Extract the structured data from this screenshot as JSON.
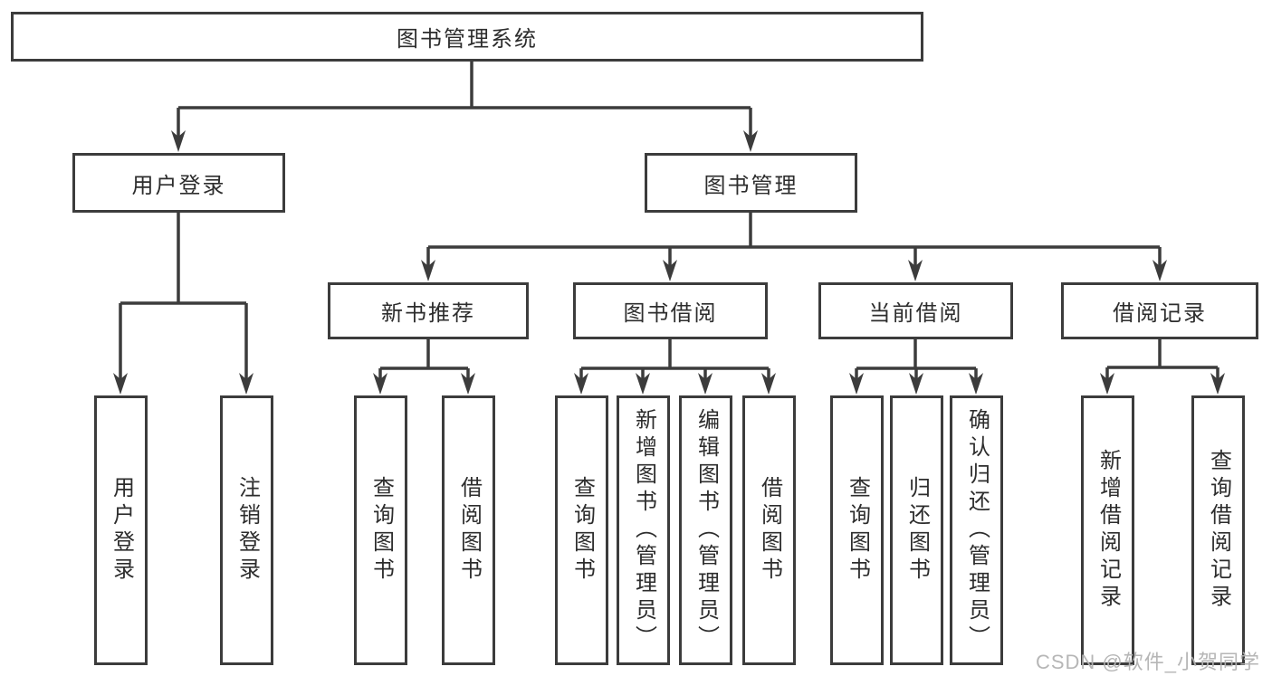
{
  "diagram": {
    "root": "图书管理系统",
    "user_branch": {
      "label": "用户登录",
      "children": [
        "用户登录",
        "注销登录"
      ]
    },
    "book_branch": {
      "label": "图书管理"
    },
    "groups": [
      {
        "label": "新书推荐",
        "children": [
          "查询图书",
          "借阅图书"
        ]
      },
      {
        "label": "图书借阅",
        "children": [
          "查询图书",
          "新增图书（管理员）",
          "编辑图书（管理员）",
          "借阅图书"
        ]
      },
      {
        "label": "当前借阅",
        "children": [
          "查询图书",
          "归还图书",
          "确认归还（管理员）"
        ]
      },
      {
        "label": "借阅记录",
        "children": [
          "新增借阅记录",
          "查询借阅记录"
        ]
      }
    ]
  },
  "watermark": {
    "text": "CSDN @软件_小贺同学"
  },
  "colors": {
    "line": "#3c3c3c",
    "text": "#2d2d2d",
    "watermark_gray": "#b2b2b2",
    "background": "#ffffff"
  }
}
